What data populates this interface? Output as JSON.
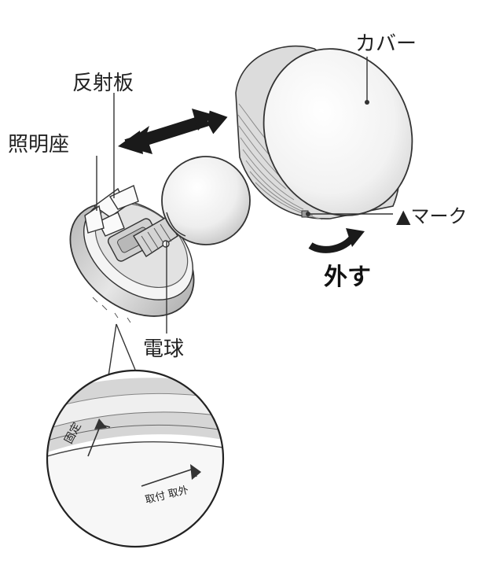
{
  "labels": {
    "cover": "カバー",
    "reflector": "反射板",
    "base": "照明座",
    "mark": "▲マーク",
    "remove": "外す",
    "bulb": "電球"
  },
  "detail": {
    "fixed": "固定",
    "attach_remove": "取付 取外"
  },
  "colors": {
    "outline": "#333333",
    "shade_light": "#ececec",
    "shade_mid": "#cfcfcf",
    "shade_dark": "#9a9a9a",
    "arrow": "#1a1a1a"
  }
}
